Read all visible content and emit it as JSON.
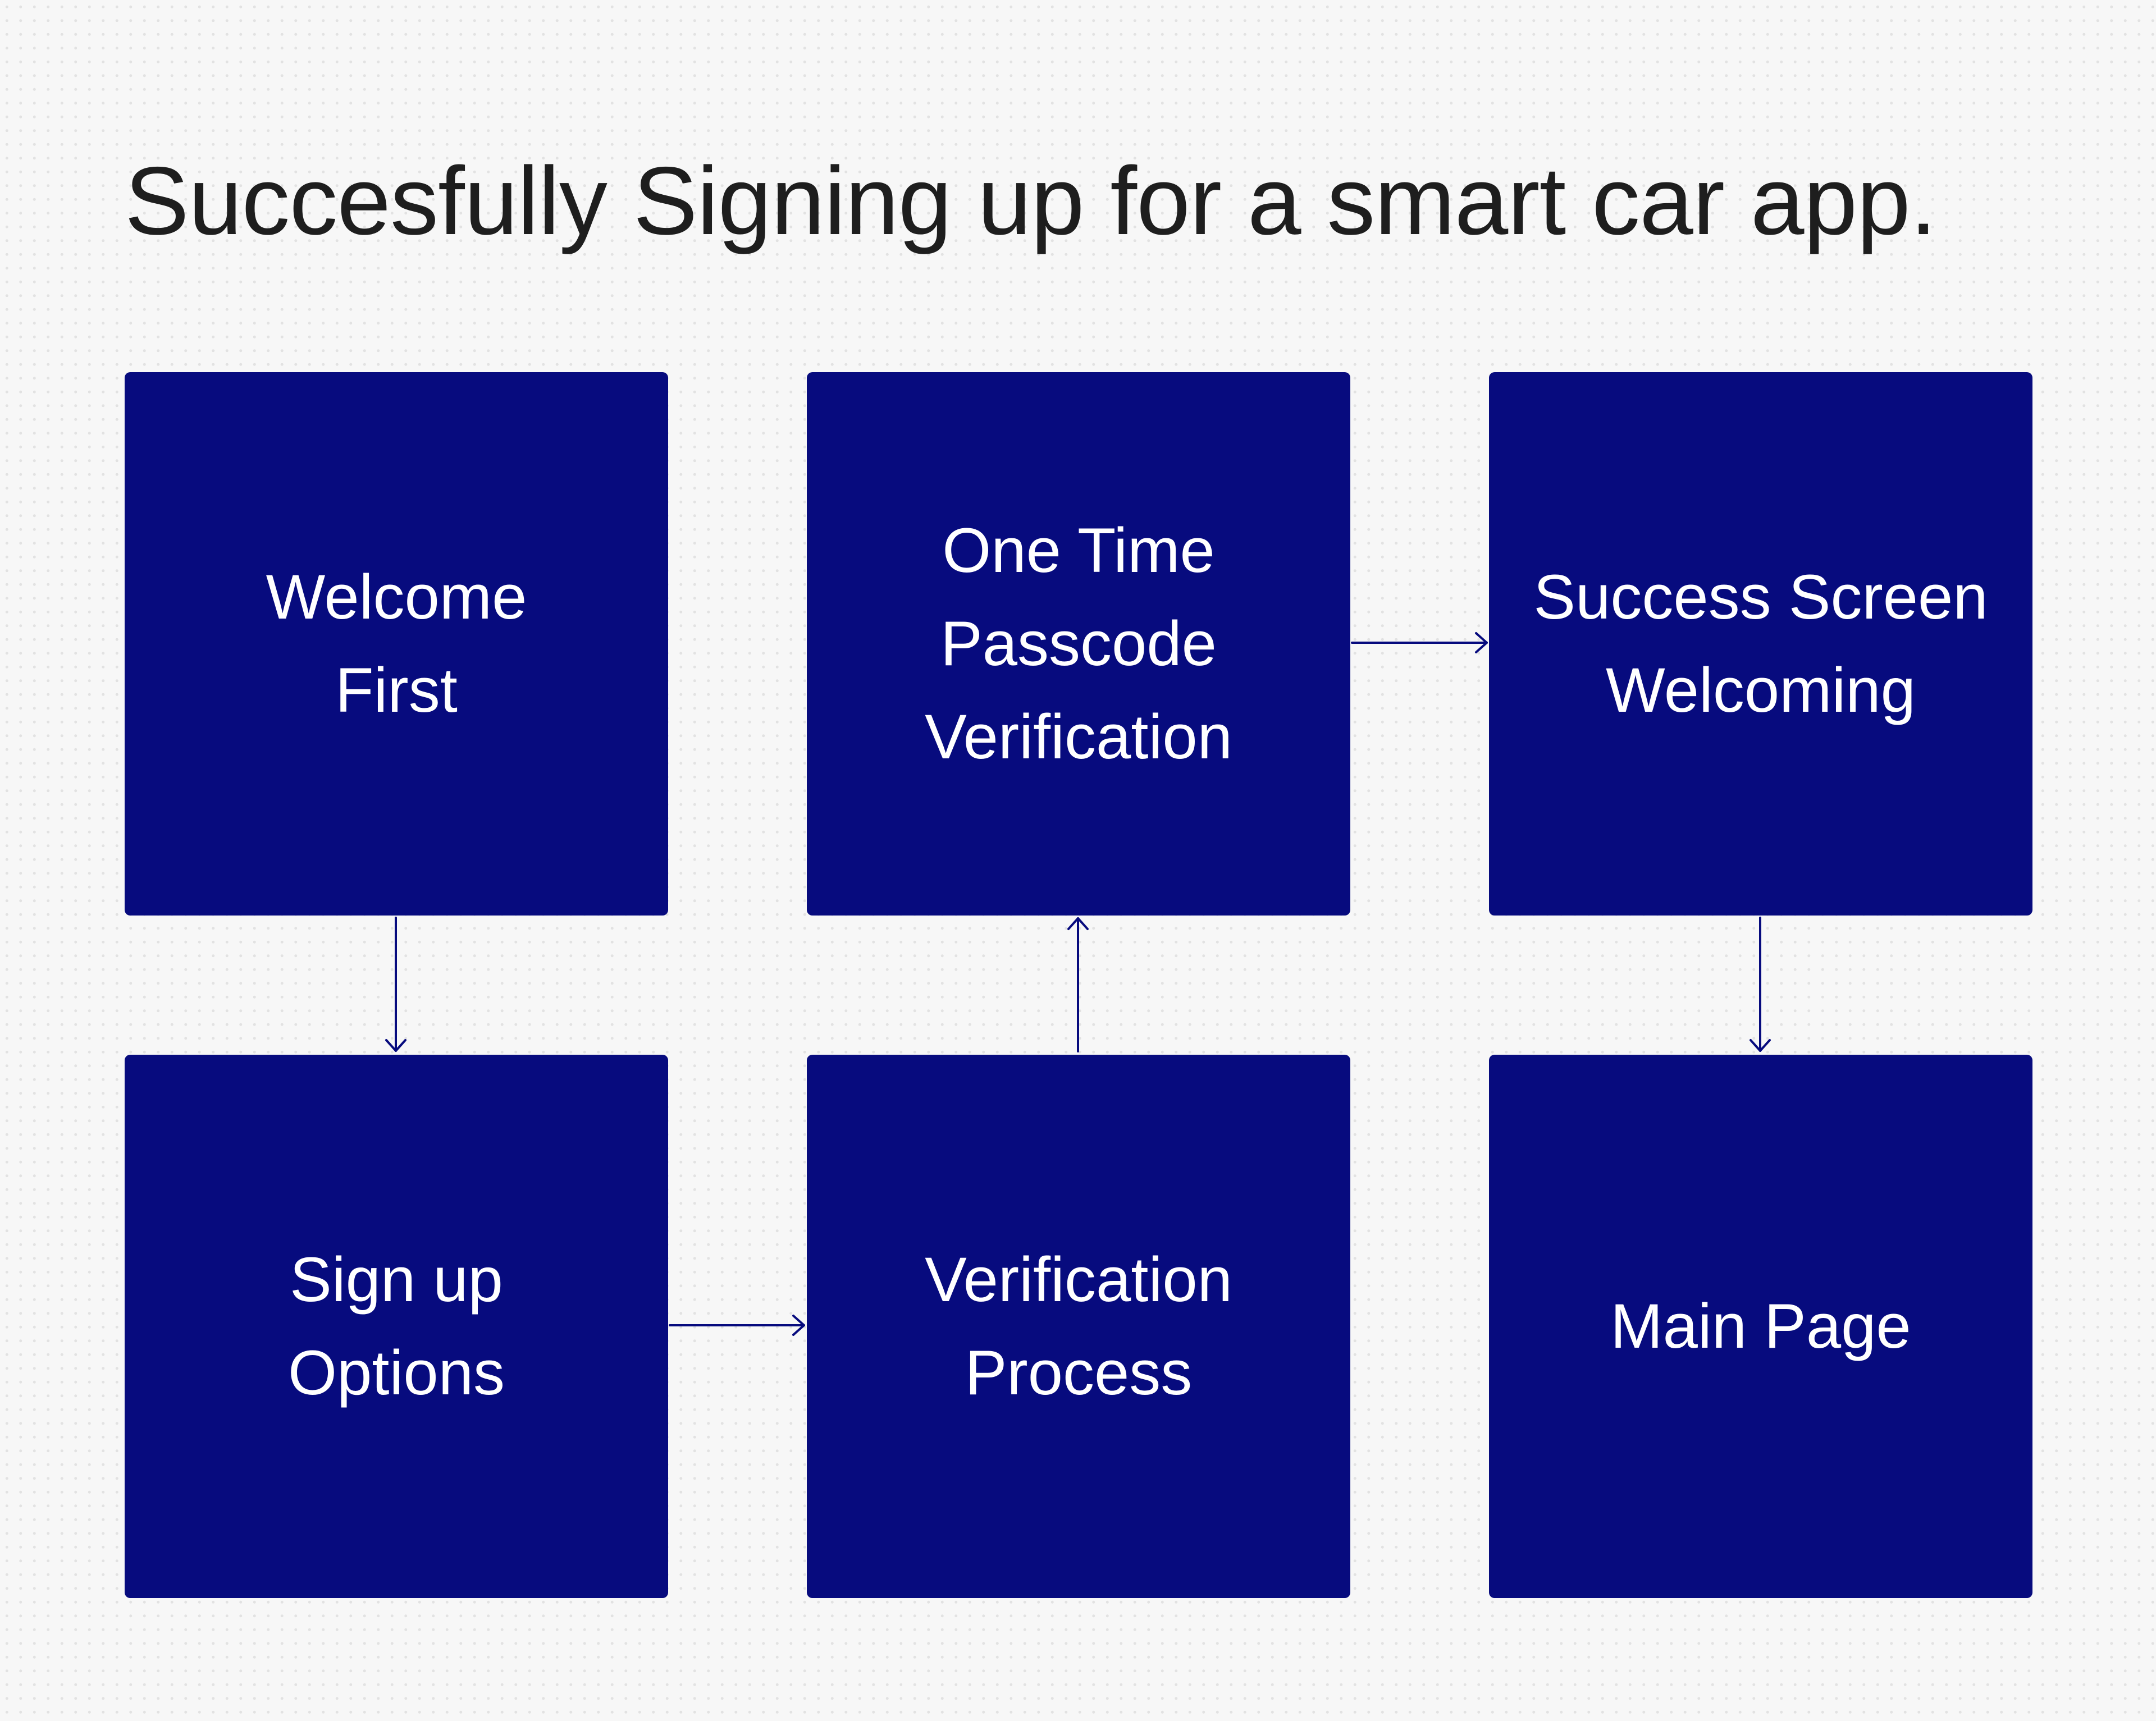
{
  "title": "Succesfully Signing up for a smart car app.",
  "colors": {
    "background": "#f7f7f7",
    "node_fill": "#070b7e",
    "node_text": "#ffffff",
    "arrow": "#070b7e",
    "title_text": "#1e1e1e"
  },
  "nodes": [
    {
      "id": "welcome",
      "label": "Welcome\nFirst"
    },
    {
      "id": "otp",
      "label": "One Time\nPasscode\nVerification"
    },
    {
      "id": "success",
      "label": "Success Screen\nWelcoming"
    },
    {
      "id": "signup",
      "label": "Sign up\nOptions"
    },
    {
      "id": "verification",
      "label": "Verification\nProcess"
    },
    {
      "id": "main",
      "label": "Main Page"
    }
  ],
  "edges": [
    {
      "from": "welcome",
      "to": "signup"
    },
    {
      "from": "signup",
      "to": "verification"
    },
    {
      "from": "verification",
      "to": "otp"
    },
    {
      "from": "otp",
      "to": "success"
    },
    {
      "from": "success",
      "to": "main"
    }
  ]
}
